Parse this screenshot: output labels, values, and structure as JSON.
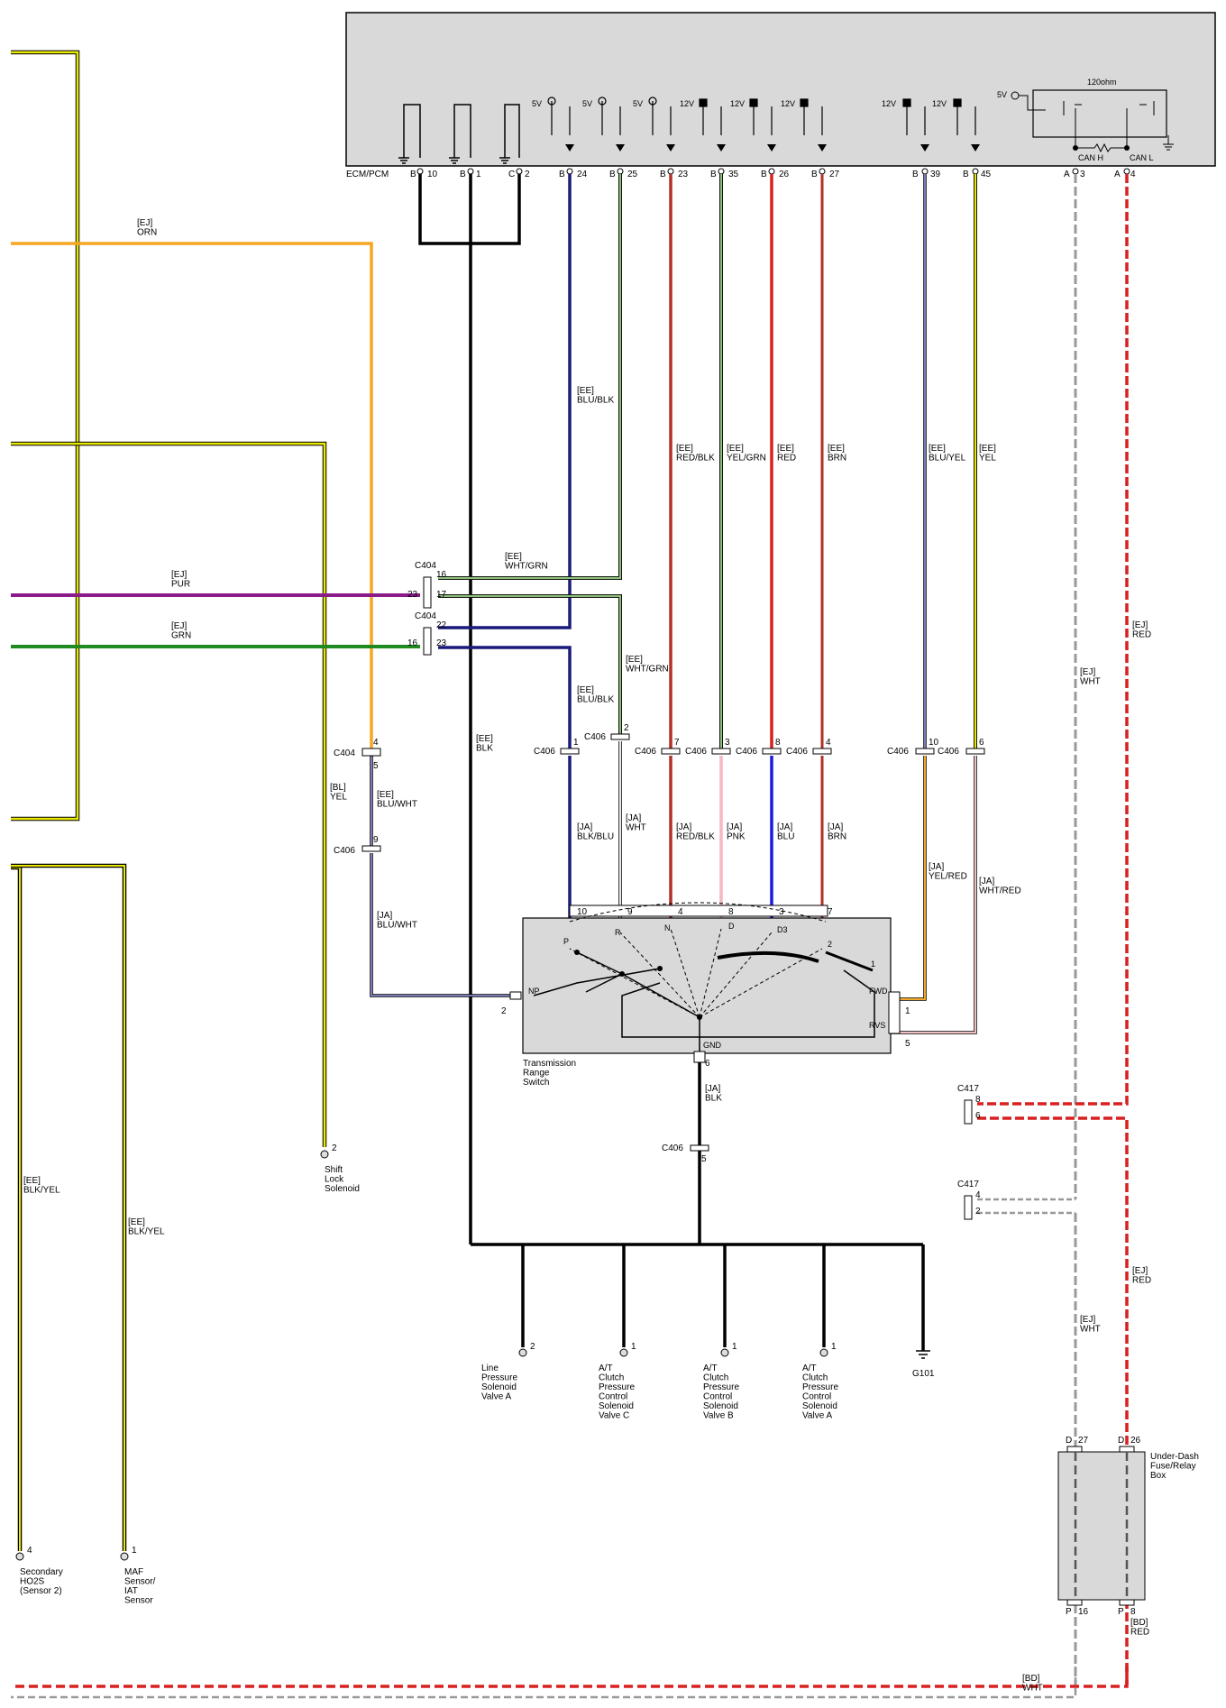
{
  "module": {
    "name": "ECM/PCM",
    "resistor_label": "120ohm",
    "can_h": "CAN H",
    "can_l": "CAN L",
    "ref5v": "5V",
    "supply": [
      "5V",
      "5V",
      "5V",
      "12V",
      "12V",
      "12V",
      "12V",
      "12V"
    ],
    "pins": [
      {
        "conn": "B",
        "num": "10"
      },
      {
        "conn": "B",
        "num": "1"
      },
      {
        "conn": "C",
        "num": "2"
      },
      {
        "conn": "B",
        "num": "24"
      },
      {
        "conn": "B",
        "num": "25"
      },
      {
        "conn": "B",
        "num": "23"
      },
      {
        "conn": "B",
        "num": "35"
      },
      {
        "conn": "B",
        "num": "26"
      },
      {
        "conn": "B",
        "num": "27"
      },
      {
        "conn": "B",
        "num": "39"
      },
      {
        "conn": "B",
        "num": "45"
      },
      {
        "conn": "A",
        "num": "3"
      },
      {
        "conn": "A",
        "num": "4"
      }
    ]
  },
  "wires": {
    "ej_orn": "[EJ]\nORN",
    "ee_blu_blk": "[EE]\nBLU/BLK",
    "ee_red_blk": "[EE]\nRED/BLK",
    "ee_yel_grn": "[EE]\nYEL/GRN",
    "ee_red": "[EE]\nRED",
    "ee_brn": "[EE]\nBRN",
    "ee_blu_yel": "[EE]\nBLU/YEL",
    "ee_yel": "[EE]\nYEL",
    "ee_wht_grn_1": "[EE]\nWHT/GRN",
    "ej_pur": "[EJ]\nPUR",
    "ej_grn": "[EJ]\nGRN",
    "ee_wht_grn_2": "[EE]\nWHT/GRN",
    "ee_blu_blk_2": "[EE]\nBLU/BLK",
    "ee_blk": "[EE]\nBLK",
    "bl_yel": "[BL]\nYEL",
    "ee_blu_wht": "[EE]\nBLU/WHT",
    "ja_blu_wht": "[JA]\nBLU/WHT",
    "ja_blk_blu": "[JA]\nBLK/BLU",
    "ja_wht": "[JA]\nWHT",
    "ja_red_blk": "[JA]\nRED/BLK",
    "ja_pnk": "[JA]\nPNK",
    "ja_blu": "[JA]\nBLU",
    "ja_brn": "[JA]\nBRN",
    "ja_yel_red": "[JA]\nYEL/RED",
    "ja_wht_red": "[JA]\nWHT/RED",
    "ja_blk": "[JA]\nBLK",
    "ej_red_1": "[EJ]\nRED",
    "ej_wht_1": "[EJ]\nWHT",
    "ej_red_2": "[EJ]\nRED",
    "ej_wht_2": "[EJ]\nWHT",
    "ee_blk_yel_1": "[EE]\nBLK/YEL",
    "ee_blk_yel_2": "[EE]\nBLK/YEL",
    "bd_red": "[BD]\nRED",
    "bd_wht": "[BD]\nWHT"
  },
  "connectors": {
    "c404": "C404",
    "c404_pins_a": [
      "16",
      "23",
      "17"
    ],
    "c404_pins_b": [
      "22",
      "16",
      "23"
    ],
    "c404_small": "C404",
    "c404_small_pins": [
      "4",
      "5"
    ],
    "c406": "C406",
    "c406_pins": [
      "1",
      "2",
      "7",
      "3",
      "8",
      "4",
      "10",
      "6",
      "9",
      "5"
    ],
    "c417": "C417",
    "c417_pins_a": [
      "8",
      "6"
    ],
    "c417_pins_b": [
      "4",
      "2"
    ]
  },
  "switch": {
    "name": "Transmission\nRange\nSwitch",
    "positions": [
      "P",
      "R",
      "N",
      "D",
      "D3",
      "2",
      "1"
    ],
    "np": "NP",
    "fwd": "FWD",
    "rvs": "RVS",
    "gnd": "GND",
    "top_pins": [
      "10",
      "9",
      "4",
      "8",
      "3",
      "7"
    ],
    "side_pins": {
      "np": "2",
      "fwd": "1",
      "rvs": "5",
      "gnd": "6"
    }
  },
  "components": [
    {
      "pin": "2",
      "name": "Shift\nLock\nSolenoid"
    },
    {
      "pin": "2",
      "name": "Line\nPressure\nSolenoid\nValve A"
    },
    {
      "pin": "1",
      "name": "A/T\nClutch\nPressure\nControl\nSolenoid\nValve C"
    },
    {
      "pin": "1",
      "name": "A/T\nClutch\nPressure\nControl\nSolenoid\nValve B"
    },
    {
      "pin": "1",
      "name": "A/T\nClutch\nPressure\nControl\nSolenoid\nValve A"
    },
    {
      "pin": "",
      "name": "G101"
    },
    {
      "pin": "4",
      "name": "Secondary\nHO2S\n(Sensor 2)"
    },
    {
      "pin": "1",
      "name": "MAF\nSensor/\nIAT\nSensor"
    }
  ],
  "fuse_box": {
    "name": "Under-Dash\nFuse/Relay\nBox",
    "pins_top": [
      {
        "conn": "D",
        "num": "27"
      },
      {
        "conn": "D",
        "num": "26"
      }
    ],
    "pins_bottom": [
      {
        "conn": "P",
        "num": "16"
      },
      {
        "conn": "P",
        "num": "8"
      }
    ]
  },
  "colors": {
    "yellow": "#e8e800",
    "orange": "#f5a623",
    "navy": "#1a1a7a",
    "green_light": "#8fbf7f",
    "red_dark": "#b0302a",
    "red": "#d92020",
    "purple": "#8b1a8b",
    "green": "#1f8a1f",
    "blue": "#1a1ae0",
    "pink": "#f5b8c0",
    "module_fill": "#d9d9d9"
  }
}
